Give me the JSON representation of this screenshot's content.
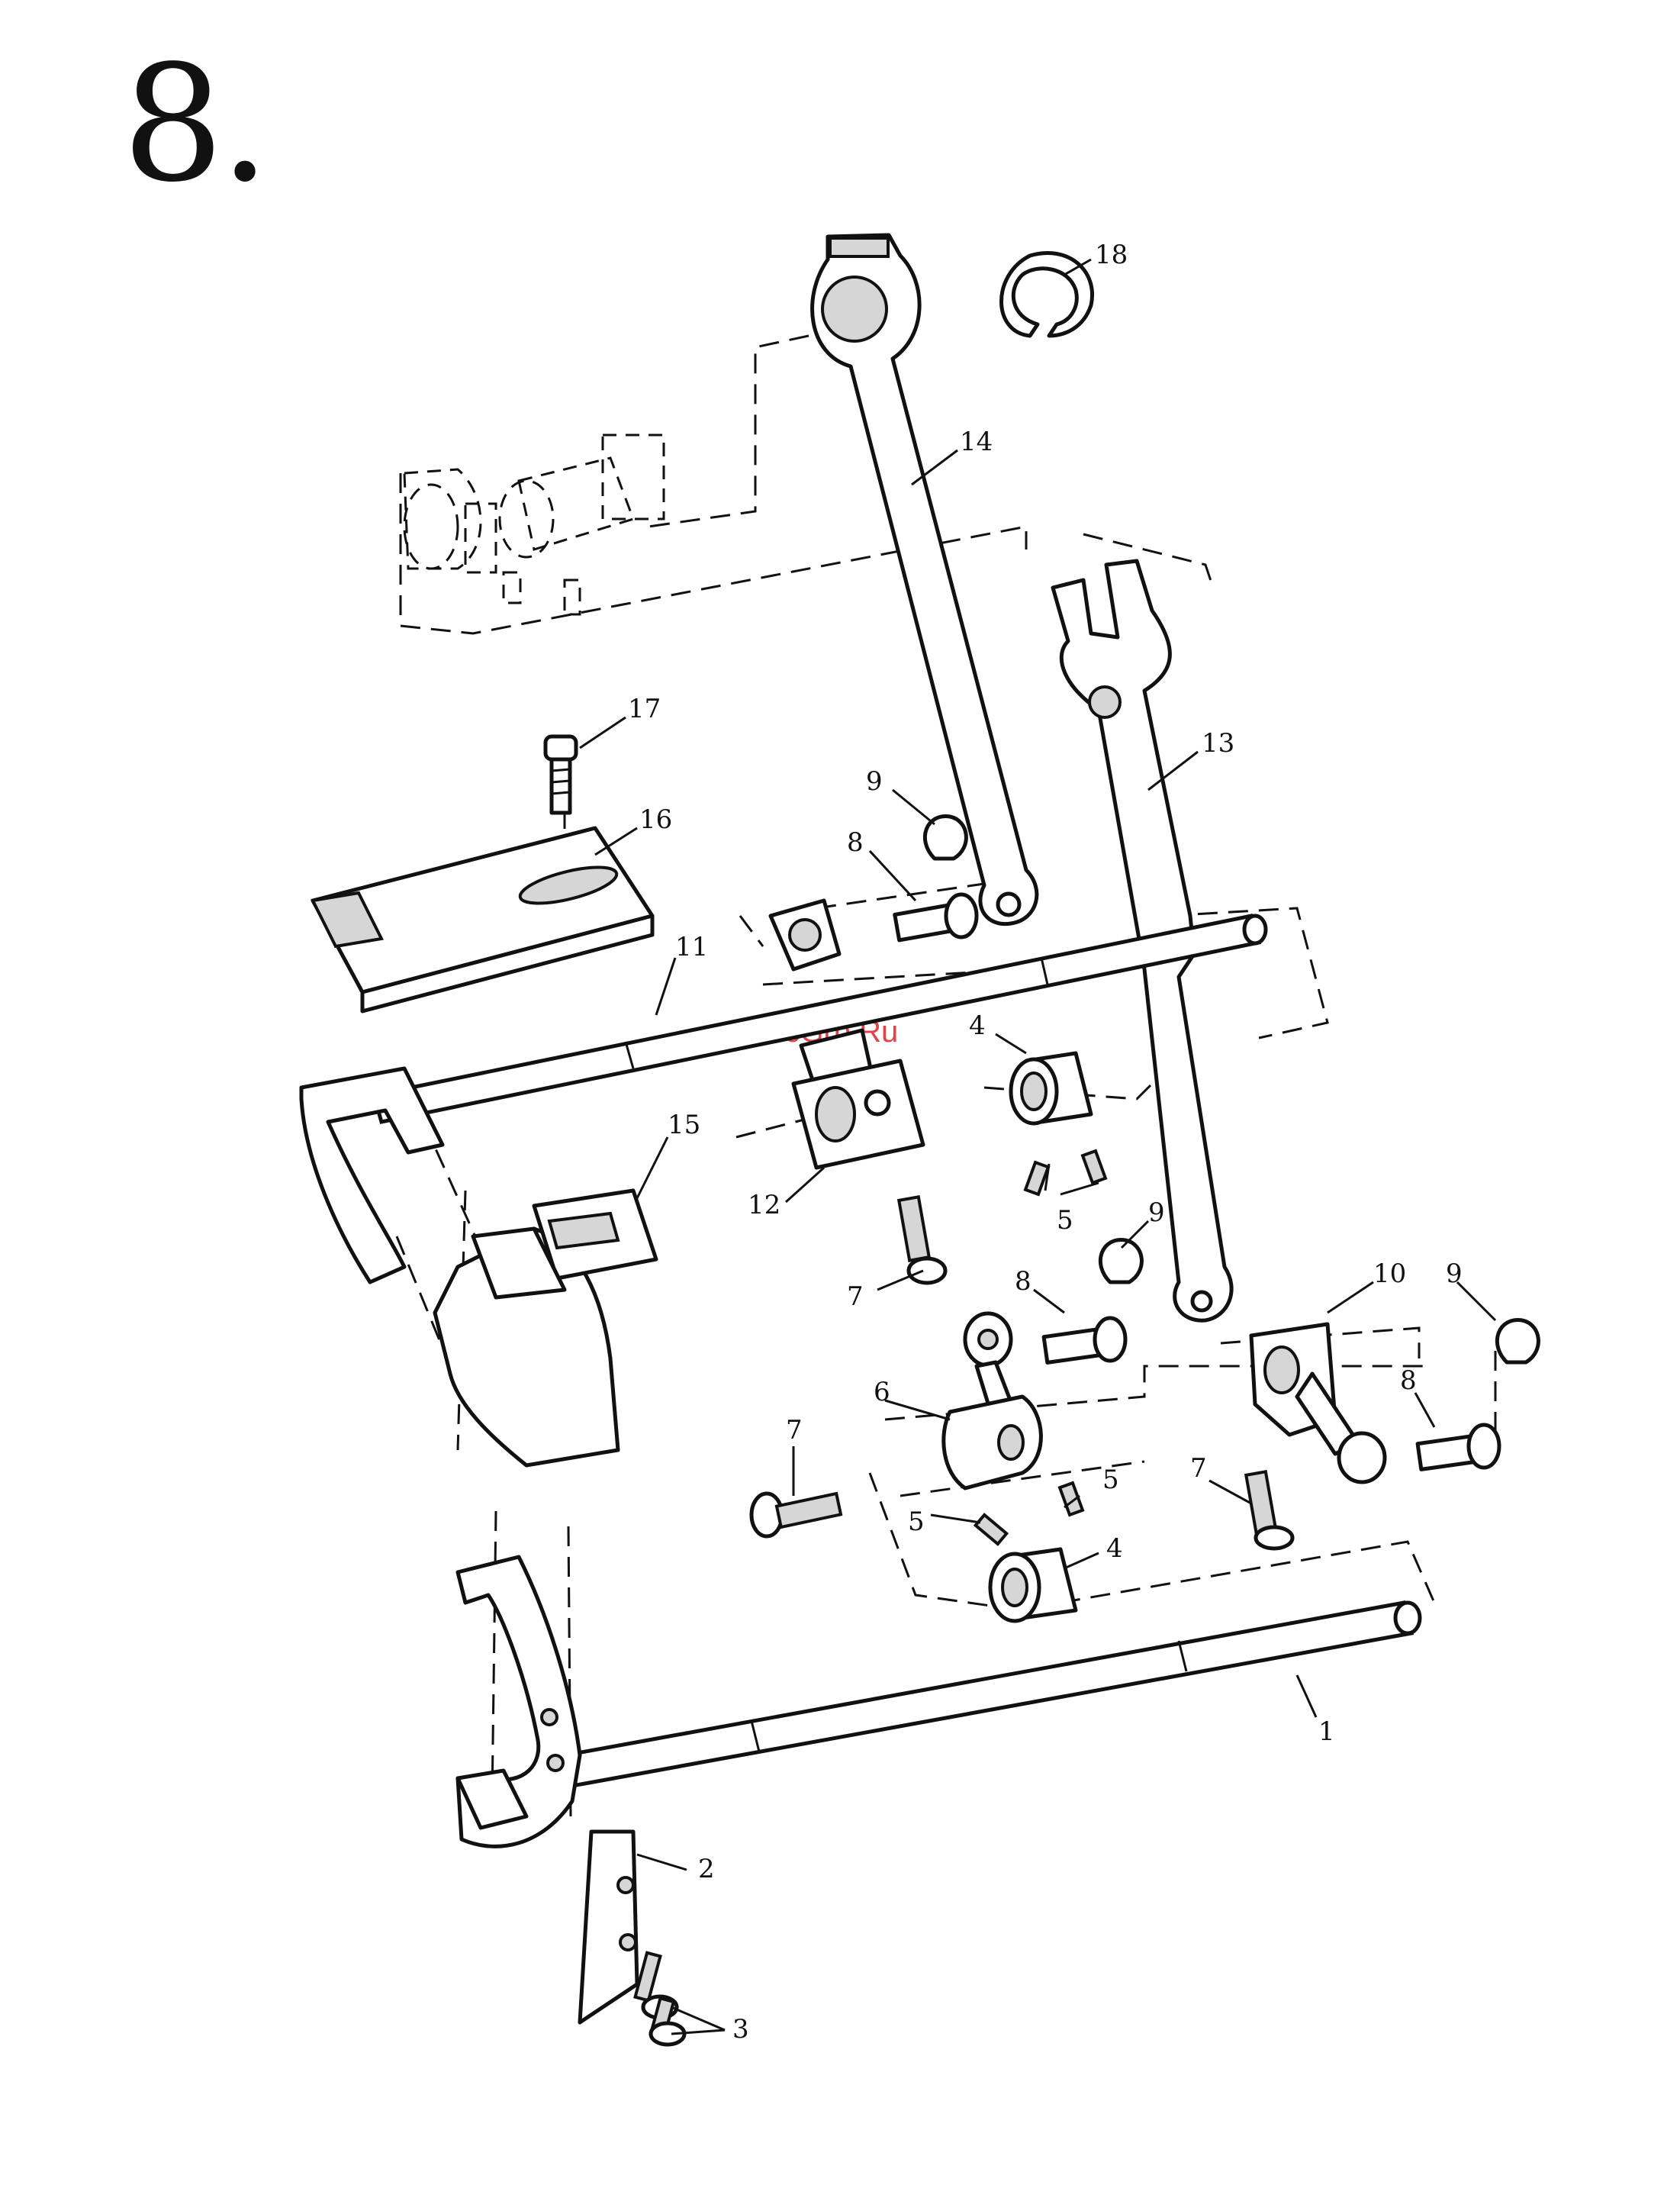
{
  "page": {
    "heading": "8.",
    "watermark": "McGrp.Ru"
  },
  "callouts": [
    "18",
    "14",
    "13",
    "17",
    "16",
    "9",
    "8",
    "11",
    "4",
    "15",
    "12",
    "5",
    "9",
    "7",
    "8",
    "10",
    "9",
    "6",
    "8",
    "7",
    "5",
    "5",
    "7",
    "4",
    "1",
    "2",
    "3"
  ]
}
